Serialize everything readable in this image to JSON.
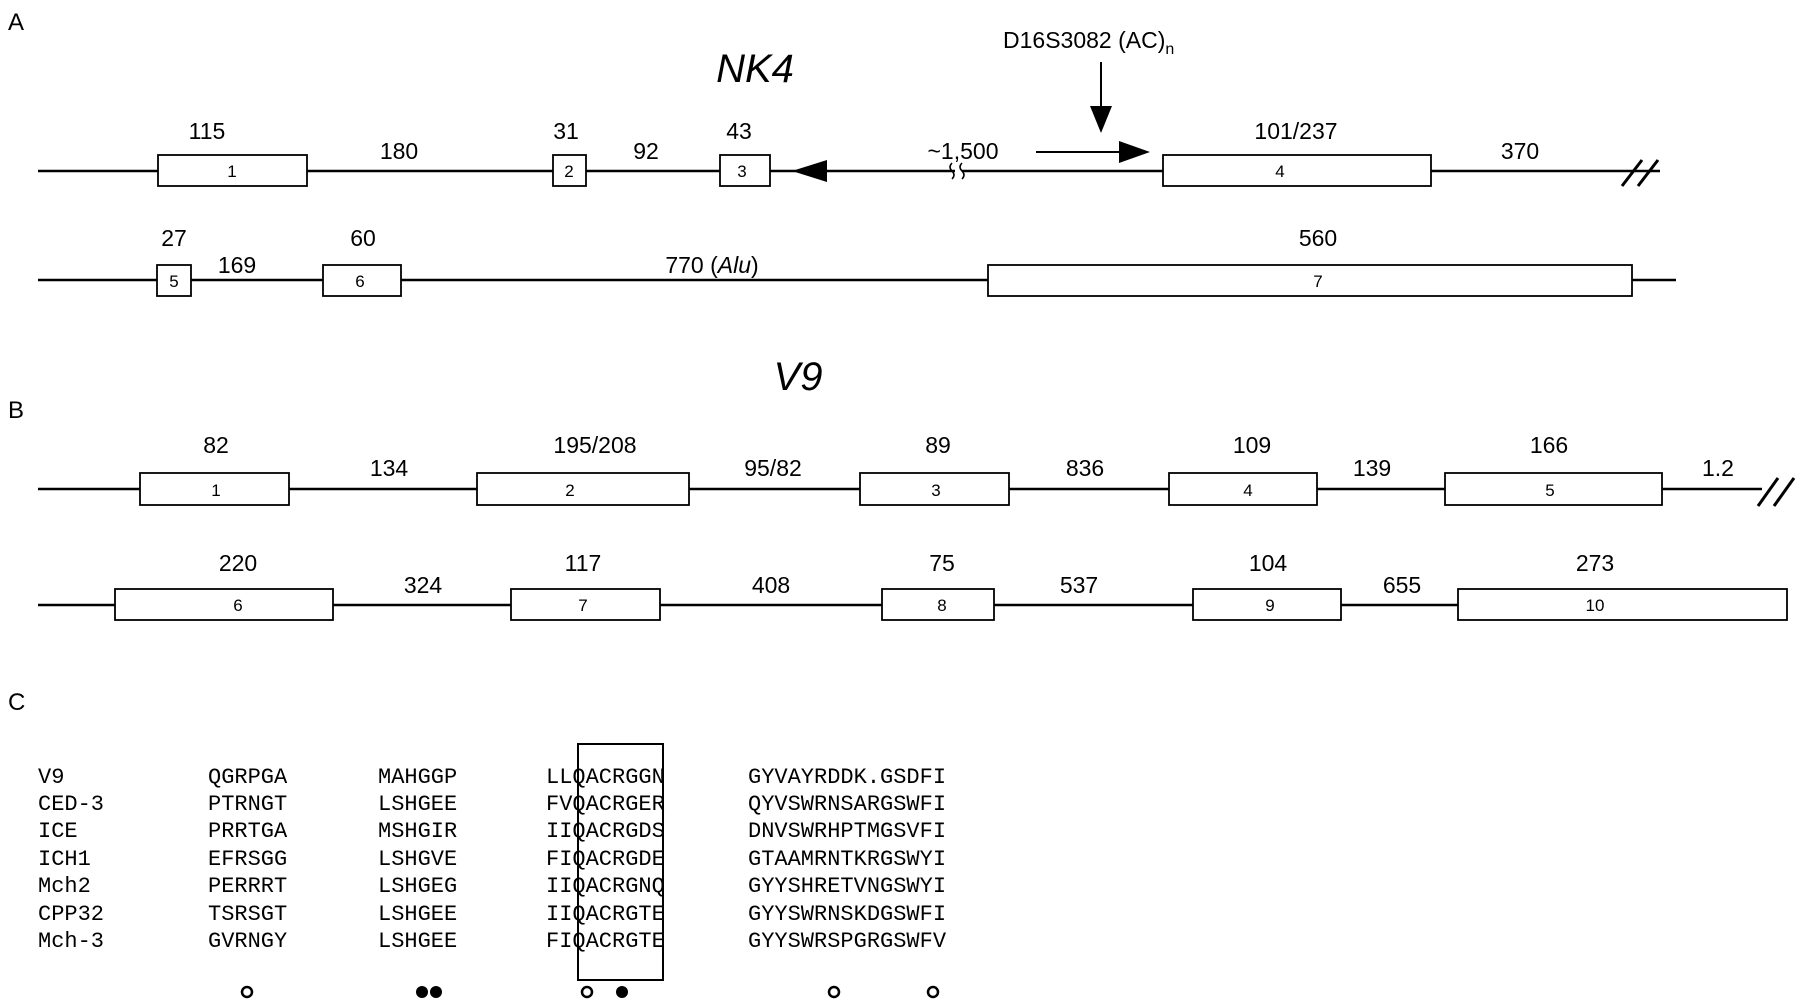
{
  "panels": {
    "a": "A",
    "b": "B",
    "c": "C"
  },
  "nk4": {
    "title": "NK4",
    "marker": "D16S3082 (AC)",
    "marker_sub": "n",
    "row1": {
      "exons": [
        {
          "num": "1",
          "len": "115"
        },
        {
          "num": "2",
          "len": "31"
        },
        {
          "num": "3",
          "len": "43"
        },
        {
          "num": "4",
          "len": "101/237"
        }
      ],
      "introns": [
        "180",
        "92",
        "~1,500",
        "370"
      ]
    },
    "row2": {
      "exons": [
        {
          "num": "5",
          "len": "27"
        },
        {
          "num": "6",
          "len": "60"
        },
        {
          "num": "7",
          "len": "560"
        }
      ],
      "introns": [
        "169",
        "770 (",
        "Alu",
        ")"
      ]
    }
  },
  "v9": {
    "title": "V9",
    "row1": {
      "exons": [
        {
          "num": "1",
          "len": "82"
        },
        {
          "num": "2",
          "len": "195/208"
        },
        {
          "num": "3",
          "len": "89"
        },
        {
          "num": "4",
          "len": "109"
        },
        {
          "num": "5",
          "len": "166"
        }
      ],
      "introns": [
        "134",
        "95/82",
        "836",
        "139",
        "1.2"
      ]
    },
    "row2": {
      "exons": [
        {
          "num": "6",
          "len": "220"
        },
        {
          "num": "7",
          "len": "117"
        },
        {
          "num": "8",
          "len": "75"
        },
        {
          "num": "9",
          "len": "104"
        },
        {
          "num": "10",
          "len": "273"
        }
      ],
      "introns": [
        "324",
        "408",
        "537",
        "655"
      ]
    }
  },
  "alignment": {
    "rows": [
      {
        "name": "V9",
        "s1": "QGRPGA",
        "s2": "MAHGGP",
        "s3": "LLQACRGGN",
        "s4": "GYVAYRDDK.GSDFI"
      },
      {
        "name": "CED-3",
        "s1": "PTRNGT",
        "s2": "LSHGEE",
        "s3": "FVQACRGER",
        "s4": "QYVSWRNSARGSWFI"
      },
      {
        "name": "ICE",
        "s1": "PRRTGA",
        "s2": "MSHGIR",
        "s3": "IIQACRGDS",
        "s4": "DNVSWRHPTMGSVFI"
      },
      {
        "name": "ICH1",
        "s1": "EFRSGG",
        "s2": "LSHGVE",
        "s3": "FIQACRGDE",
        "s4": "GTAAMRNTKRGSWYI"
      },
      {
        "name": "Mch2",
        "s1": "PERRRT",
        "s2": "LSHGEG",
        "s3": "IIQACRGNQ",
        "s4": "GYYSHRETVNGSWYI"
      },
      {
        "name": "CPP32",
        "s1": "TSRSGT",
        "s2": "LSHGEE",
        "s3": "IIQACRGTE",
        "s4": "GYYSWRNSKDGSWFI"
      },
      {
        "name": "Mch-3",
        "s1": "GVRNGY",
        "s2": "LSHGEE",
        "s3": "FIQACRGTE",
        "s4": "GYYSWRSPGRGSWFV"
      }
    ]
  }
}
